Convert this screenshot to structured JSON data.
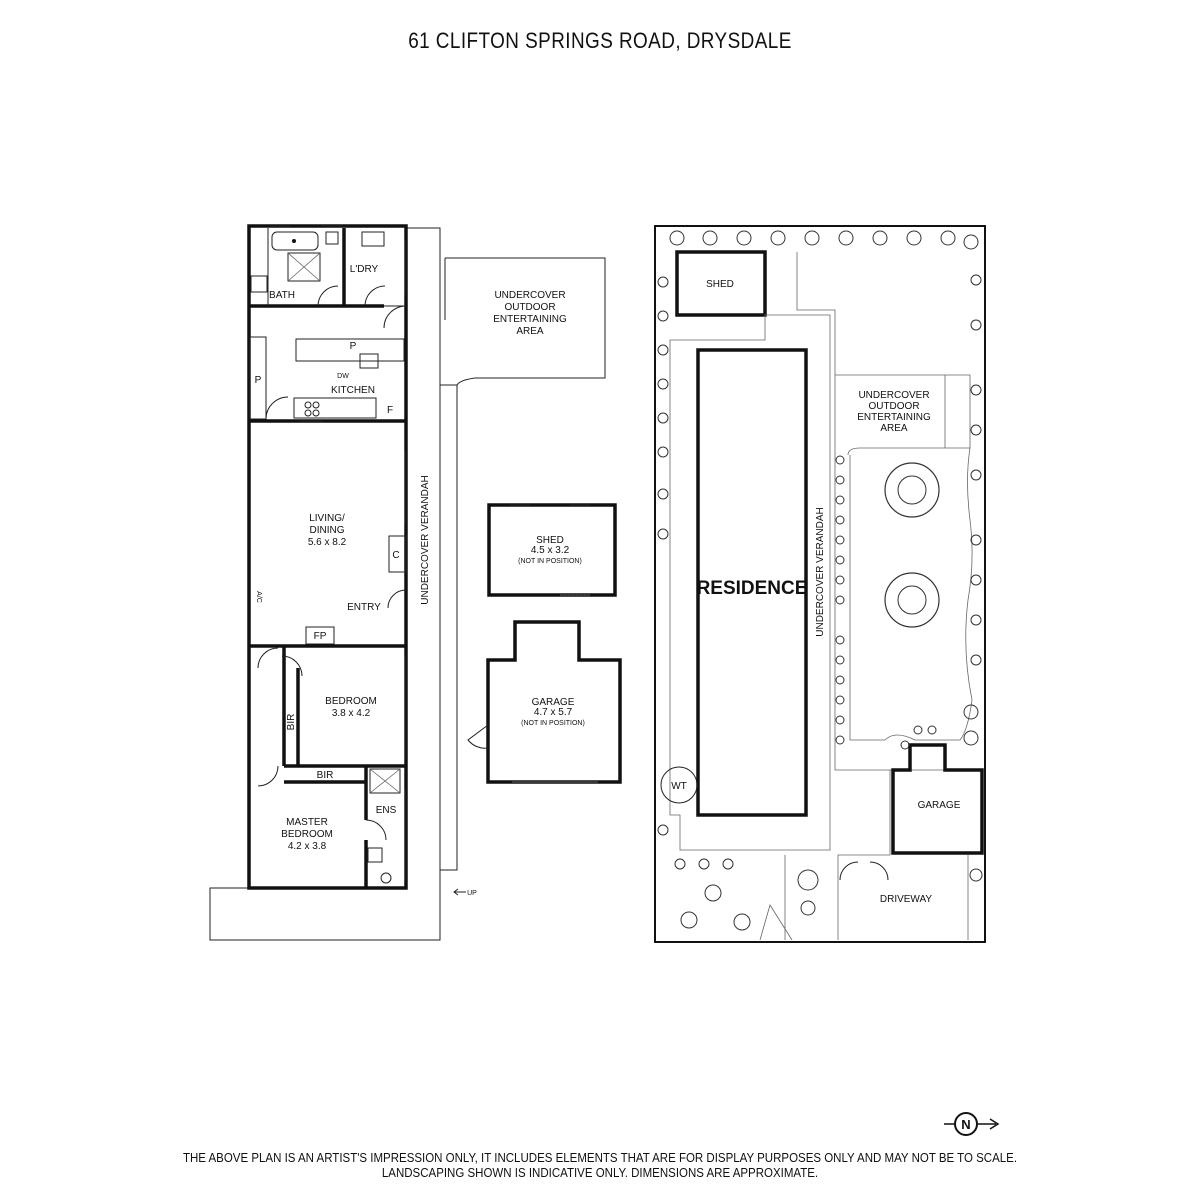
{
  "title": "61 CLIFTON SPRINGS ROAD, DRYSDALE",
  "floor_plan": {
    "bath": "BATH",
    "laundry": "L'DRY",
    "outdoor_area": [
      "UNDERCOVER",
      "OUTDOOR",
      "ENTERTAINING",
      "AREA"
    ],
    "pantry_top": "P",
    "dishwasher": "DW",
    "pantry_side": "P",
    "kitchen": "KITCHEN",
    "fridge": "F",
    "living": [
      "LIVING/",
      "DINING"
    ],
    "living_dims": "5.6 x 8.2",
    "cupboard": "C",
    "aircon": "A/C",
    "entry": "ENTRY",
    "fireplace": "FP",
    "verandah": "UNDERCOVER VERANDAH",
    "bedroom": "BEDROOM",
    "bedroom_dims": "3.8 x 4.2",
    "bir_vertical": "BIR",
    "bir_horizontal": "BIR",
    "ensuite": "ENS",
    "master": [
      "MASTER",
      "BEDROOM"
    ],
    "master_dims": "4.2 x 3.8",
    "up": "UP"
  },
  "outbuildings": {
    "shed": "SHED",
    "shed_dims": "4.5 x 3.2",
    "shed_note": "(NOT IN POSITION)",
    "garage": "GARAGE",
    "garage_dims": "4.7 x 5.7",
    "garage_note": "(NOT IN POSITION)"
  },
  "site_plan": {
    "shed": "SHED",
    "outdoor_area": [
      "UNDERCOVER",
      "OUTDOOR",
      "ENTERTAINING",
      "AREA"
    ],
    "residence": "RESIDENCE",
    "verandah": "UNDERCOVER VERANDAH",
    "water_tank": "WT",
    "garage": "GARAGE",
    "driveway": "DRIVEWAY"
  },
  "compass": "N",
  "disclaimer": [
    "THE ABOVE PLAN IS AN ARTIST'S IMPRESSION ONLY, IT INCLUDES ELEMENTS THAT ARE FOR DISPLAY PURPOSES ONLY AND MAY NOT BE TO SCALE.",
    "LANDSCAPING SHOWN IS INDICATIVE ONLY. DIMENSIONS ARE APPROXIMATE."
  ]
}
